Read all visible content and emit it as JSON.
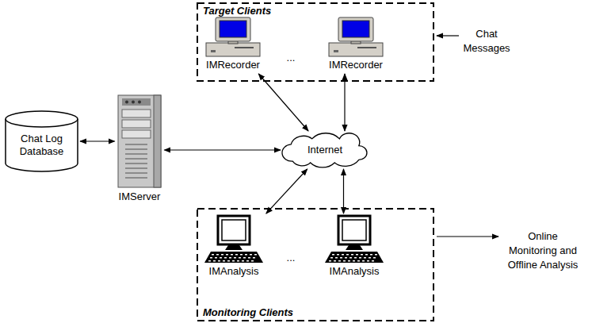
{
  "diagram": {
    "nodes": [
      {
        "text": [
          "Target Clients"
        ]
      },
      {
        "text": [
          "IMRecorder"
        ],
        "in": 0
      },
      {
        "text": [
          "IMRecorder"
        ],
        "in": 0
      },
      {
        "text": [
          "Chat Log Database"
        ]
      },
      {
        "text": [
          "IMServer"
        ]
      },
      {
        "text": [
          "Internet"
        ]
      },
      {
        "text": [
          "Monitoring Clients"
        ]
      },
      {
        "text": [
          "IMAnalysis"
        ],
        "in": 6
      },
      {
        "text": [
          "IMAnalysis"
        ],
        "in": 6
      }
    ],
    "edges": [
      {
        "from": 3,
        "to": 4,
        "arrow": "both"
      },
      {
        "from": 4,
        "to": 5,
        "arrow": "both"
      },
      {
        "from": 1,
        "to": 5,
        "arrow": "both"
      },
      {
        "from": 2,
        "to": 5,
        "arrow": "both"
      },
      {
        "from": 5,
        "to": 7,
        "arrow": "both"
      },
      {
        "from": 5,
        "to": 8,
        "arrow": "both"
      }
    ],
    "labels": [
      "...",
      "Chat Messages",
      "...",
      "Online Monitoring and Offline Analysis"
    ]
  }
}
